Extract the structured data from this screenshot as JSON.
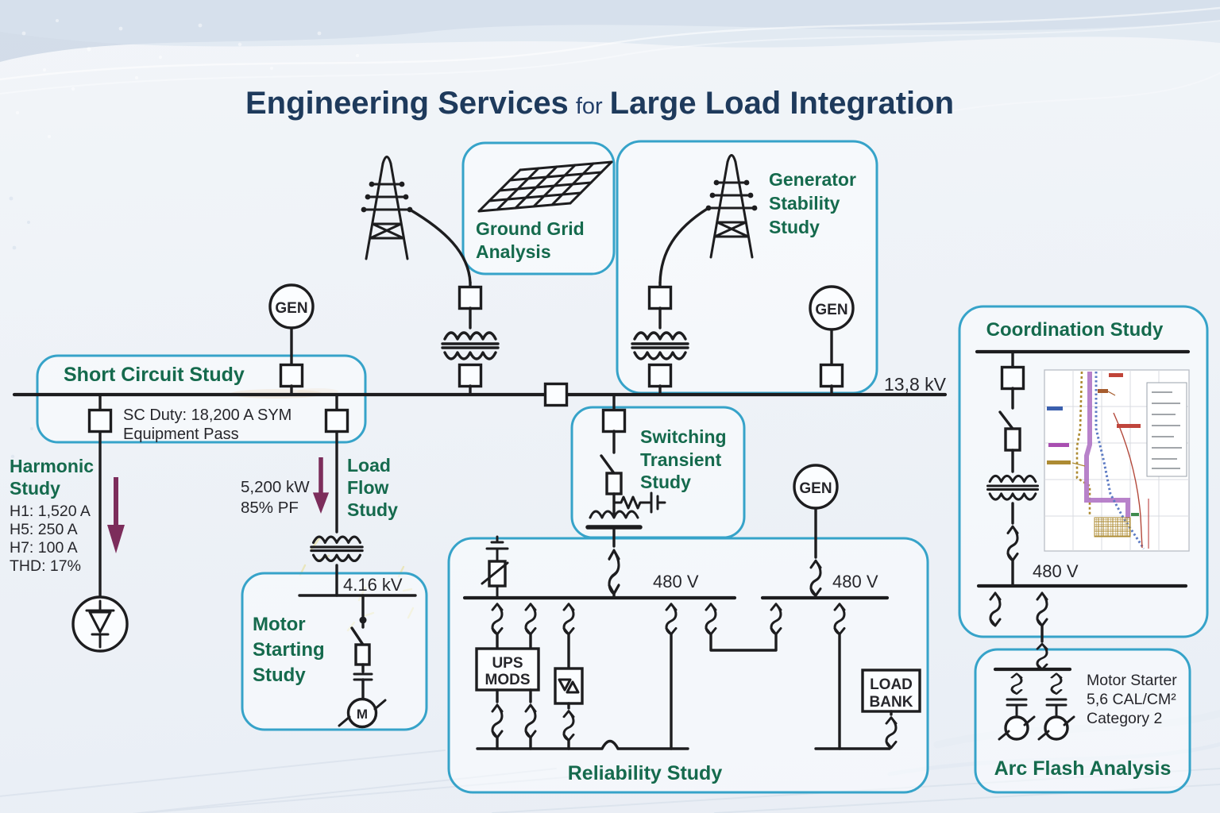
{
  "title": {
    "part1": "Engineering Services",
    "part2": "for",
    "part3": "Large Load Integration"
  },
  "bus_labels": {
    "main": "13,8 kV",
    "mv": "4.16 kV",
    "lv_left": "480 V",
    "lv_right": "480 V",
    "lv_coord": "480 V"
  },
  "symbols": {
    "generator": "GEN",
    "motor": "M"
  },
  "callouts": {
    "short_circuit": {
      "title": "Short Circuit Study",
      "detail1": "SC Duty: 18,200 A SYM",
      "detail2": "Equipment Pass"
    },
    "harmonic": {
      "title1": "Harmonic",
      "title2": "Study",
      "h1": "H1: 1,520 A",
      "h5": "H5: 250 A",
      "h7": "H7: 100 A",
      "thd": "THD: 17%"
    },
    "load_flow": {
      "kw": "5,200 kW",
      "pf": "85% PF",
      "title1": "Load",
      "title2": "Flow",
      "title3": "Study"
    },
    "ground_grid": {
      "title1": "Ground Grid",
      "title2": "Analysis"
    },
    "generator_stability": {
      "title1": "Generator",
      "title2": "Stability",
      "title3": "Study"
    },
    "coordination": {
      "title": "Coordination Study"
    },
    "switching_transient": {
      "title1": "Switching",
      "title2": "Transient",
      "title3": "Study"
    },
    "motor_starting": {
      "title1": "Motor",
      "title2": "Starting",
      "title3": "Study"
    },
    "reliability": {
      "title": "Reliability Study",
      "ups1": "UPS",
      "ups2": "MODS",
      "load_bank1": "LOAD",
      "load_bank2": "BANK"
    },
    "arc_flash": {
      "title": "Arc Flash Analysis",
      "detail1": "Motor Starter",
      "detail2": "5,6 CAL/CM²",
      "detail3": "Category 2"
    }
  },
  "icons": {
    "transmission_tower": "lattice-tower-glyph",
    "generator": "circle-GEN-glyph",
    "transformer": "two-winding-coil-glyph",
    "breaker": "square-glyph",
    "feeder_breaker": "wavy-double-arrow-glyph",
    "ground_grid": "slanted-mesh-glyph",
    "motor": "slashed-circle-glyph",
    "surge_arrester": "box-diagonal-glyph",
    "harmonic_filter": "circle-diode-glyph",
    "tcc_chart": "time-current-curve-thumbnail"
  },
  "colors": {
    "accent_box": "#36a3c9",
    "heading_green": "#156a4d",
    "title_navy": "#1e3a5c",
    "line_ink": "#1d1d1f",
    "arrow_purple": "#7c2d5b"
  }
}
